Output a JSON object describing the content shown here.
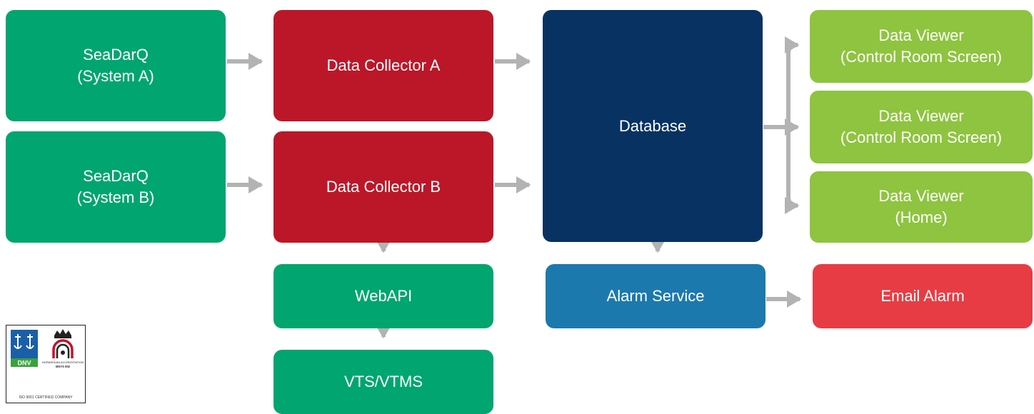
{
  "nodes": {
    "seadarq_a": {
      "line1": "SeaDarQ",
      "line2": "(System A)"
    },
    "seadarq_b": {
      "line1": "SeaDarQ",
      "line2": "(System B)"
    },
    "collector_a": {
      "label": "Data Collector A"
    },
    "collector_b": {
      "label": "Data Collector B"
    },
    "database": {
      "label": "Database"
    },
    "viewer_1": {
      "line1": "Data Viewer",
      "line2": "(Control Room Screen)"
    },
    "viewer_2": {
      "line1": "Data Viewer",
      "line2": "(Control Room Screen)"
    },
    "viewer_3": {
      "line1": "Data Viewer",
      "line2": "(Home)"
    },
    "webapi": {
      "label": "WebAPI"
    },
    "vts": {
      "label": "VTS/VTMS"
    },
    "alarm_service": {
      "label": "Alarm Service"
    },
    "email_alarm": {
      "label": "Email Alarm"
    }
  },
  "certification": {
    "dnv_label": "DNV",
    "accreditation_label": "NORWEGIAN ACCREDITATION",
    "accreditation_code": "MSYS 002",
    "caption": "ISO 9001 CERTIFIED COMPANY"
  },
  "colors": {
    "source_green": "#00a570",
    "collector_red": "#bb1729",
    "database_navy": "#073262",
    "alarm_blue": "#1c79ad",
    "viewer_lime": "#8ec43f",
    "email_red": "#e83c44",
    "connector_gray": "#b3b3b3"
  }
}
